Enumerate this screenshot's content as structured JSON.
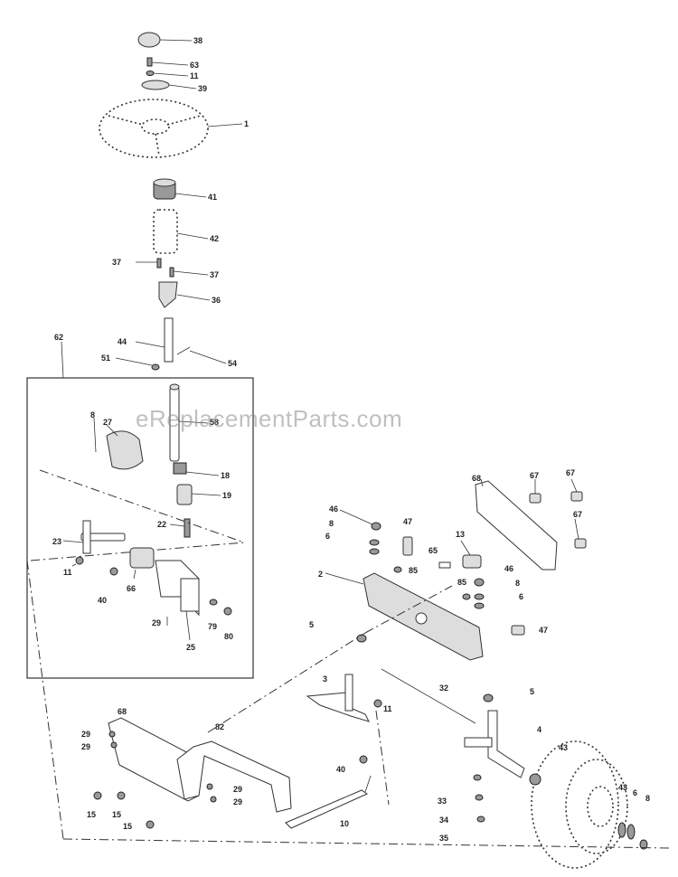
{
  "watermark": "eReplacementParts.com",
  "colors": {
    "background": "#ffffff",
    "ink": "#333333",
    "watermark": "#8c8c8c"
  },
  "callouts": [
    {
      "id": "38",
      "text": "38"
    },
    {
      "id": "63",
      "text": "63"
    },
    {
      "id": "11a",
      "text": "11"
    },
    {
      "id": "39",
      "text": "39"
    },
    {
      "id": "1",
      "text": "1"
    },
    {
      "id": "41",
      "text": "41"
    },
    {
      "id": "42",
      "text": "42"
    },
    {
      "id": "37a",
      "text": "37"
    },
    {
      "id": "37b",
      "text": "37"
    },
    {
      "id": "36",
      "text": "36"
    },
    {
      "id": "62",
      "text": "62"
    },
    {
      "id": "44",
      "text": "44"
    },
    {
      "id": "51",
      "text": "51"
    },
    {
      "id": "54",
      "text": "54"
    },
    {
      "id": "8a",
      "text": "8"
    },
    {
      "id": "27",
      "text": "27"
    },
    {
      "id": "58",
      "text": "58"
    },
    {
      "id": "18",
      "text": "18"
    },
    {
      "id": "19",
      "text": "19"
    },
    {
      "id": "22",
      "text": "22"
    },
    {
      "id": "23",
      "text": "23"
    },
    {
      "id": "11b",
      "text": "11"
    },
    {
      "id": "40a",
      "text": "40"
    },
    {
      "id": "66",
      "text": "66"
    },
    {
      "id": "29a",
      "text": "29"
    },
    {
      "id": "79",
      "text": "79"
    },
    {
      "id": "80",
      "text": "80"
    },
    {
      "id": "25",
      "text": "25"
    },
    {
      "id": "68a",
      "text": "68"
    },
    {
      "id": "67a",
      "text": "67"
    },
    {
      "id": "67b",
      "text": "67"
    },
    {
      "id": "67c",
      "text": "67"
    },
    {
      "id": "46a",
      "text": "46"
    },
    {
      "id": "8b",
      "text": "8"
    },
    {
      "id": "6a",
      "text": "6"
    },
    {
      "id": "47a",
      "text": "47"
    },
    {
      "id": "13",
      "text": "13"
    },
    {
      "id": "65",
      "text": "65"
    },
    {
      "id": "85a",
      "text": "85"
    },
    {
      "id": "2",
      "text": "2"
    },
    {
      "id": "46b",
      "text": "46"
    },
    {
      "id": "85b",
      "text": "85"
    },
    {
      "id": "8c",
      "text": "8"
    },
    {
      "id": "6b",
      "text": "6"
    },
    {
      "id": "47b",
      "text": "47"
    },
    {
      "id": "5a",
      "text": "5"
    },
    {
      "id": "3",
      "text": "3"
    },
    {
      "id": "32",
      "text": "32"
    },
    {
      "id": "5b",
      "text": "5"
    },
    {
      "id": "11c",
      "text": "11"
    },
    {
      "id": "4",
      "text": "4"
    },
    {
      "id": "68b",
      "text": "68"
    },
    {
      "id": "29b",
      "text": "29"
    },
    {
      "id": "29c",
      "text": "29"
    },
    {
      "id": "82",
      "text": "82"
    },
    {
      "id": "40b",
      "text": "40"
    },
    {
      "id": "43a",
      "text": "43"
    },
    {
      "id": "15a",
      "text": "15"
    },
    {
      "id": "15b",
      "text": "15"
    },
    {
      "id": "29d",
      "text": "29"
    },
    {
      "id": "29e",
      "text": "29"
    },
    {
      "id": "33",
      "text": "33"
    },
    {
      "id": "43b",
      "text": "43"
    },
    {
      "id": "6c",
      "text": "6"
    },
    {
      "id": "8d",
      "text": "8"
    },
    {
      "id": "34",
      "text": "34"
    },
    {
      "id": "15c",
      "text": "15"
    },
    {
      "id": "10",
      "text": "10"
    },
    {
      "id": "35",
      "text": "35"
    }
  ]
}
